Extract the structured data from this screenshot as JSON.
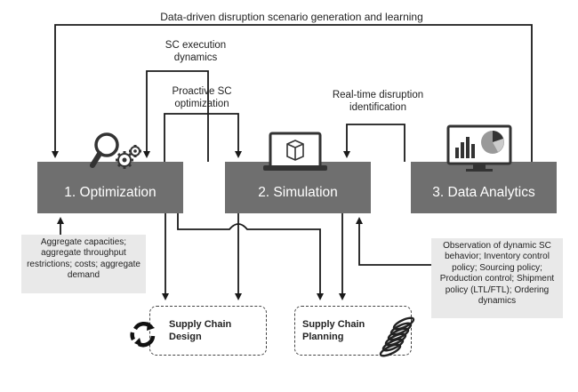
{
  "top_loop_label": "Data-driven disruption scenario generation and learning",
  "label_sc_execution": "SC execution\ndynamics",
  "label_proactive": "Proactive SC\noptimization",
  "label_realtime": "Real-time disruption\nidentification",
  "boxes": {
    "optimization": "1. Optimization",
    "simulation": "2. Simulation",
    "analytics": "3. Data Analytics"
  },
  "left_note": "Aggregate capacities;\naggregate throughput\nrestrictions; costs; aggregate\ndemand",
  "right_note": "Observation of dynamic SC\nbehavior; Inventory control\npolicy; Sourcing policy;\nProduction control; Shipment\npolicy (LTL/FTL); Ordering\ndynamics",
  "outputs": {
    "design": "Supply Chain\nDesign",
    "planning": "Supply Chain\nPlanning"
  },
  "icons": [
    "magnifier-gears-icon",
    "laptop-cube-icon",
    "monitor-charts-icon",
    "recycle-arrows-icon",
    "spring-coil-icon"
  ]
}
